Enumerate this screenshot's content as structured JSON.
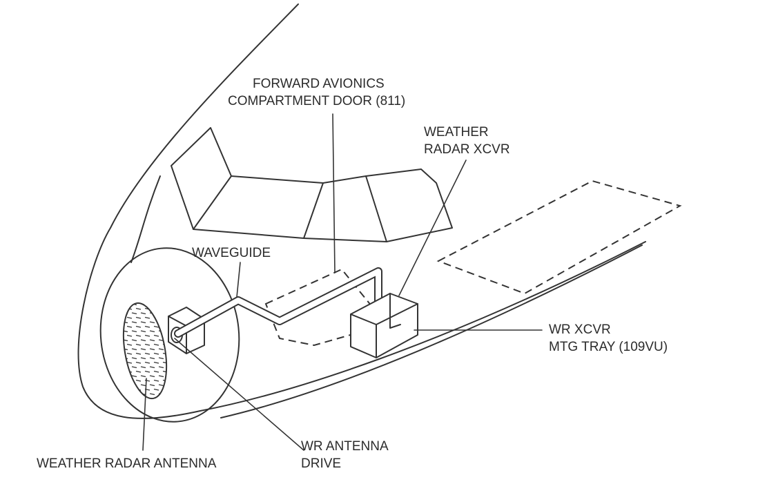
{
  "labels": {
    "fwd_door_line1": "FORWARD AVIONICS",
    "fwd_door_line2": "COMPARTMENT DOOR (811)",
    "xcvr_line1": "WEATHER",
    "xcvr_line2": "RADAR XCVR",
    "waveguide": "WAVEGUIDE",
    "tray_line1": "WR XCVR",
    "tray_line2": "MTG TRAY (109VU)",
    "drive_line1": "WR ANTENNA",
    "drive_line2": "DRIVE",
    "antenna": "WEATHER RADAR ANTENNA"
  },
  "colors": {
    "line": "#333333",
    "text": "#2b2b2b",
    "background": "#ffffff"
  }
}
